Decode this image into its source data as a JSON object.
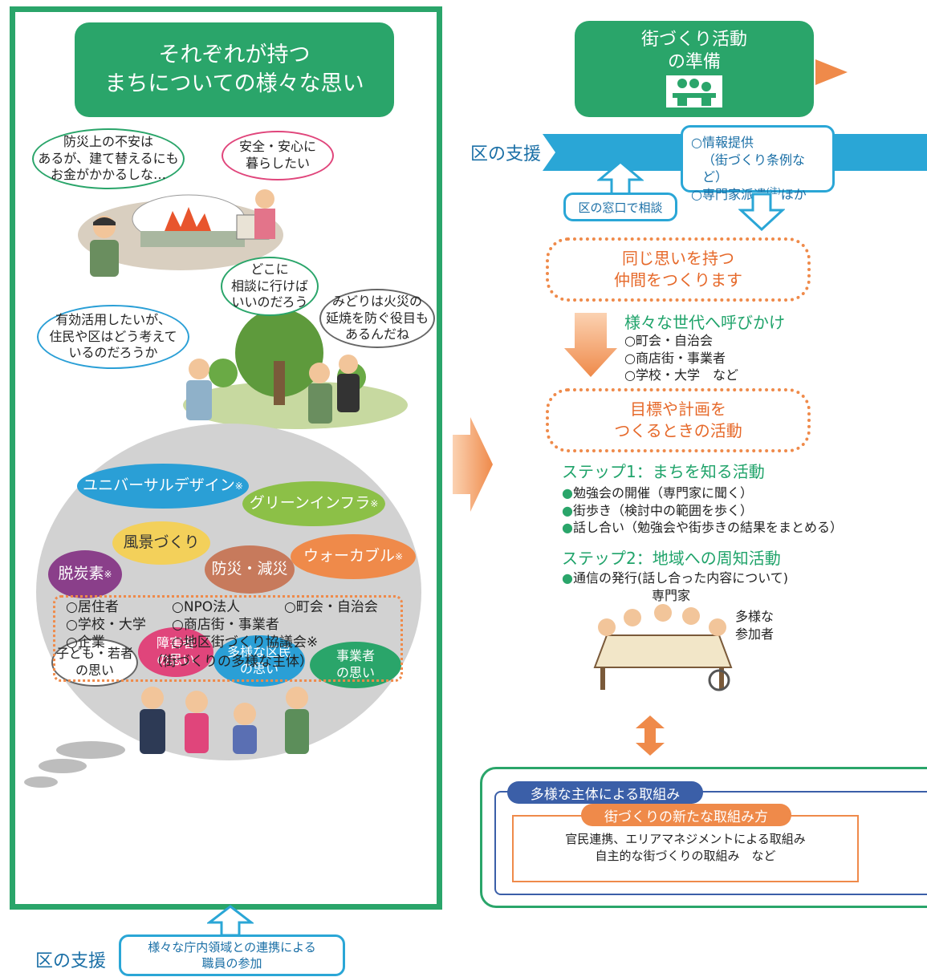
{
  "left": {
    "title_line1": "それぞれが持つ",
    "title_line2": "まちについての様々な思い",
    "bubble1": [
      "防災上の不安は",
      "あるが、建て替えるにも",
      "お金がかかるしな…"
    ],
    "bubble2": [
      "安全・安心に",
      "暮らしたい"
    ],
    "bubble3": [
      "どこに",
      "相談に行けば",
      "いいのだろう"
    ],
    "bubble4": [
      "有効活用したいが、",
      "住民や区はどう考えて",
      "いるのだろうか"
    ],
    "bubble5": [
      "みどりは火災の",
      "延焼を防ぐ役目も",
      "あるんだね"
    ],
    "clouds": {
      "universal": "ユニバーサルデザイン",
      "green_infra": "グリーンインフラ",
      "fukei": "風景づくり",
      "datsutanso": "脱炭素",
      "bousai": "防災・減災",
      "walkable": "ウォーカブル",
      "note_mark": "※"
    },
    "voices": {
      "kodomo": [
        "子ども・若者",
        "の思い"
      ],
      "shogai": [
        "障害者",
        "の思い"
      ],
      "tayou": [
        "多様な区民",
        "の思い"
      ],
      "jigyo": [
        "事業者",
        "の思い"
      ]
    },
    "actors": {
      "r1c1": "○居住者",
      "r1c2": "○NPO法人",
      "r1c3": "○町会・自治会",
      "r2c1": "○学校・大学",
      "r2c2": "○商店街・事業者",
      "r3c1": "○企業",
      "r3c2": "○地区街づくり協議会※",
      "caption": "（街づくりの多様な主体）"
    },
    "support_label": "区の支援",
    "support_text": [
      "様々な庁内領域との連携による",
      "職員の参加"
    ]
  },
  "right": {
    "title_line1": "街づくり活動",
    "title_line2": "の準備",
    "support_label": "区の支援",
    "info_box": [
      "○情報提供",
      "（街づくり条例など）",
      "○専門家派遣",
      "(注)",
      "ほか"
    ],
    "consult": "区の窓口で相談",
    "step_box1": [
      "同じ思いを持つ",
      "仲間をつくります"
    ],
    "call_title": "様々な世代へ呼びかけ",
    "call_items": [
      "○町会・自治会",
      "○商店街・事業者",
      "○学校・大学　など"
    ],
    "step_box2": [
      "目標や計画を",
      "つくるときの活動"
    ],
    "step1_title": "ステップ1：まちを知る活動",
    "step1_items": [
      "勉強会の開催（専門家に聞く）",
      "街歩き（検討中の範囲を歩く）",
      "話し合い（勉強会や街歩きの結果をまとめる）"
    ],
    "bullet": "●",
    "step2_title": "ステップ2：地域への周知活動",
    "step2_items": [
      "通信の発行(話し合った内容について)"
    ],
    "expert": "専門家",
    "participants": [
      "多様な",
      "参加者"
    ],
    "bottom_tab": "多様な主体による取組み",
    "bottom_inner_title": "街づくりの新たな取組み方",
    "bottom_lines": [
      "官民連携、エリアマネジメントによる取組み",
      "自主的な街づくりの取組み　など"
    ]
  },
  "colors": {
    "green": "#2aa56a",
    "orange": "#ef8a4a",
    "blue": "#2a9fd6",
    "navy": "#3b5fa8"
  }
}
